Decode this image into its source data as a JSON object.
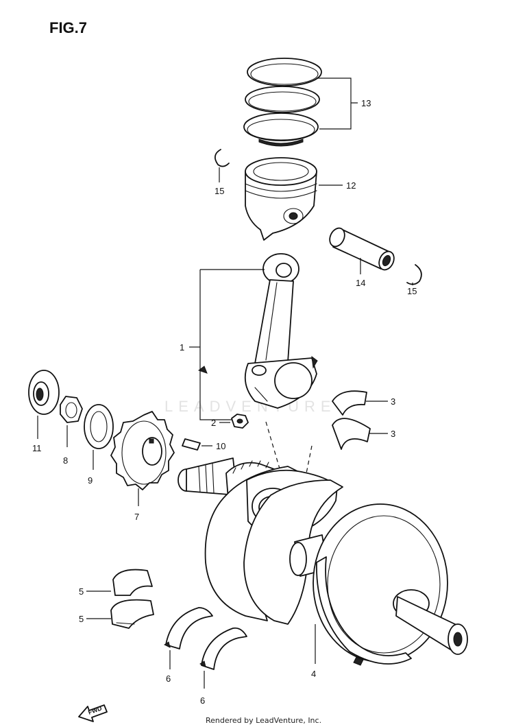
{
  "figure": {
    "title": "FIG.7"
  },
  "callouts": {
    "c1": "1",
    "c2": "2",
    "c3a": "3",
    "c3b": "3",
    "c4": "4",
    "c5a": "5",
    "c5b": "5",
    "c6a": "6",
    "c6b": "6",
    "c7": "7",
    "c8": "8",
    "c9": "9",
    "c10": "10",
    "c11": "11",
    "c12": "12",
    "c13": "13",
    "c14": "14",
    "c15a": "15",
    "c15b": "15"
  },
  "watermark": {
    "text": "LEADVENTURE"
  },
  "footer": {
    "text": "Rendered by LeadVenture, Inc."
  },
  "fwd_label": "FWD"
}
